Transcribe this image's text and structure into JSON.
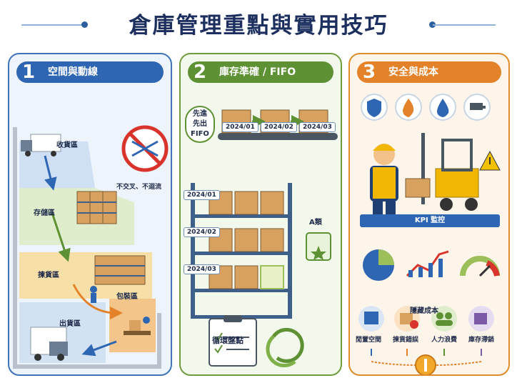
{
  "title": "倉庫管理重點與實用技巧",
  "panels": [
    {
      "number": "1",
      "heading": "空間與動線",
      "zones": [
        "收貨區",
        "存儲區",
        "揀貨區",
        "包裝區",
        "出貨區"
      ],
      "no_cross_label": "不交叉、不迴流"
    },
    {
      "number": "2",
      "heading": "庫存準確 / FIFO",
      "fifo_label_line1": "先進",
      "fifo_label_line2": "先出",
      "fifo_label_line3": "FIFO",
      "belt_boxes": [
        "2024/01",
        "2024/02",
        "2024/03"
      ],
      "shelf_tags": [
        "2024/01",
        "2024/02",
        "2024/03"
      ],
      "class_tag": "A類",
      "cycle_count_label": "循環盤點"
    },
    {
      "number": "3",
      "heading": "安全與成本",
      "kpi_label": "KPI 監控",
      "hidden_cost_label": "隱藏成本",
      "costs": [
        "閒置空間",
        "揀貨錯誤",
        "人力浪費",
        "庫存滯銷"
      ]
    }
  ],
  "colors": {
    "blue": "#2f66b3",
    "green": "#5e9133",
    "orange": "#e4822a",
    "box": "#d9a15f"
  },
  "icons": [
    "no-cross-icon",
    "shield-icon",
    "fire-icon",
    "drop-icon",
    "camera-icon",
    "warning-icon",
    "star-icon",
    "dollar-icon"
  ]
}
